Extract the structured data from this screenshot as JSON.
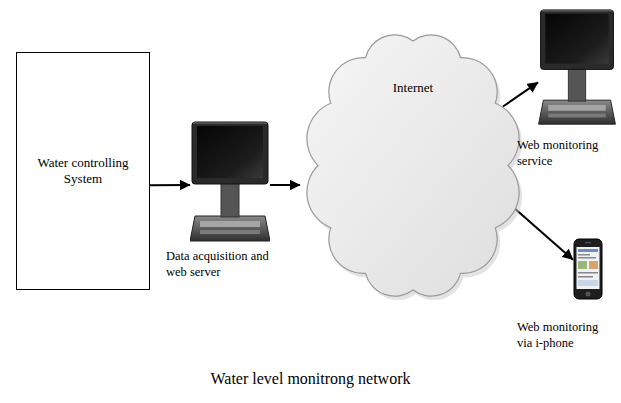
{
  "diagram": {
    "caption": "Water level monitrong network",
    "nodes": [
      {
        "text": [
          "Water controlling System"
        ]
      },
      {
        "text": [
          "Data acquisition and web server"
        ]
      },
      {
        "text": [
          "Internet"
        ]
      },
      {
        "text": [
          "Web monitoring service"
        ]
      },
      {
        "text": [
          "Web monitoring via i-phone"
        ]
      }
    ],
    "edges": [
      {
        "from": 0,
        "to": 1,
        "arrow": "to"
      },
      {
        "from": 1,
        "to": 2,
        "arrow": "to"
      },
      {
        "from": 2,
        "to": 3,
        "arrow": "to"
      },
      {
        "from": 2,
        "to": 4,
        "arrow": "to"
      }
    ]
  }
}
